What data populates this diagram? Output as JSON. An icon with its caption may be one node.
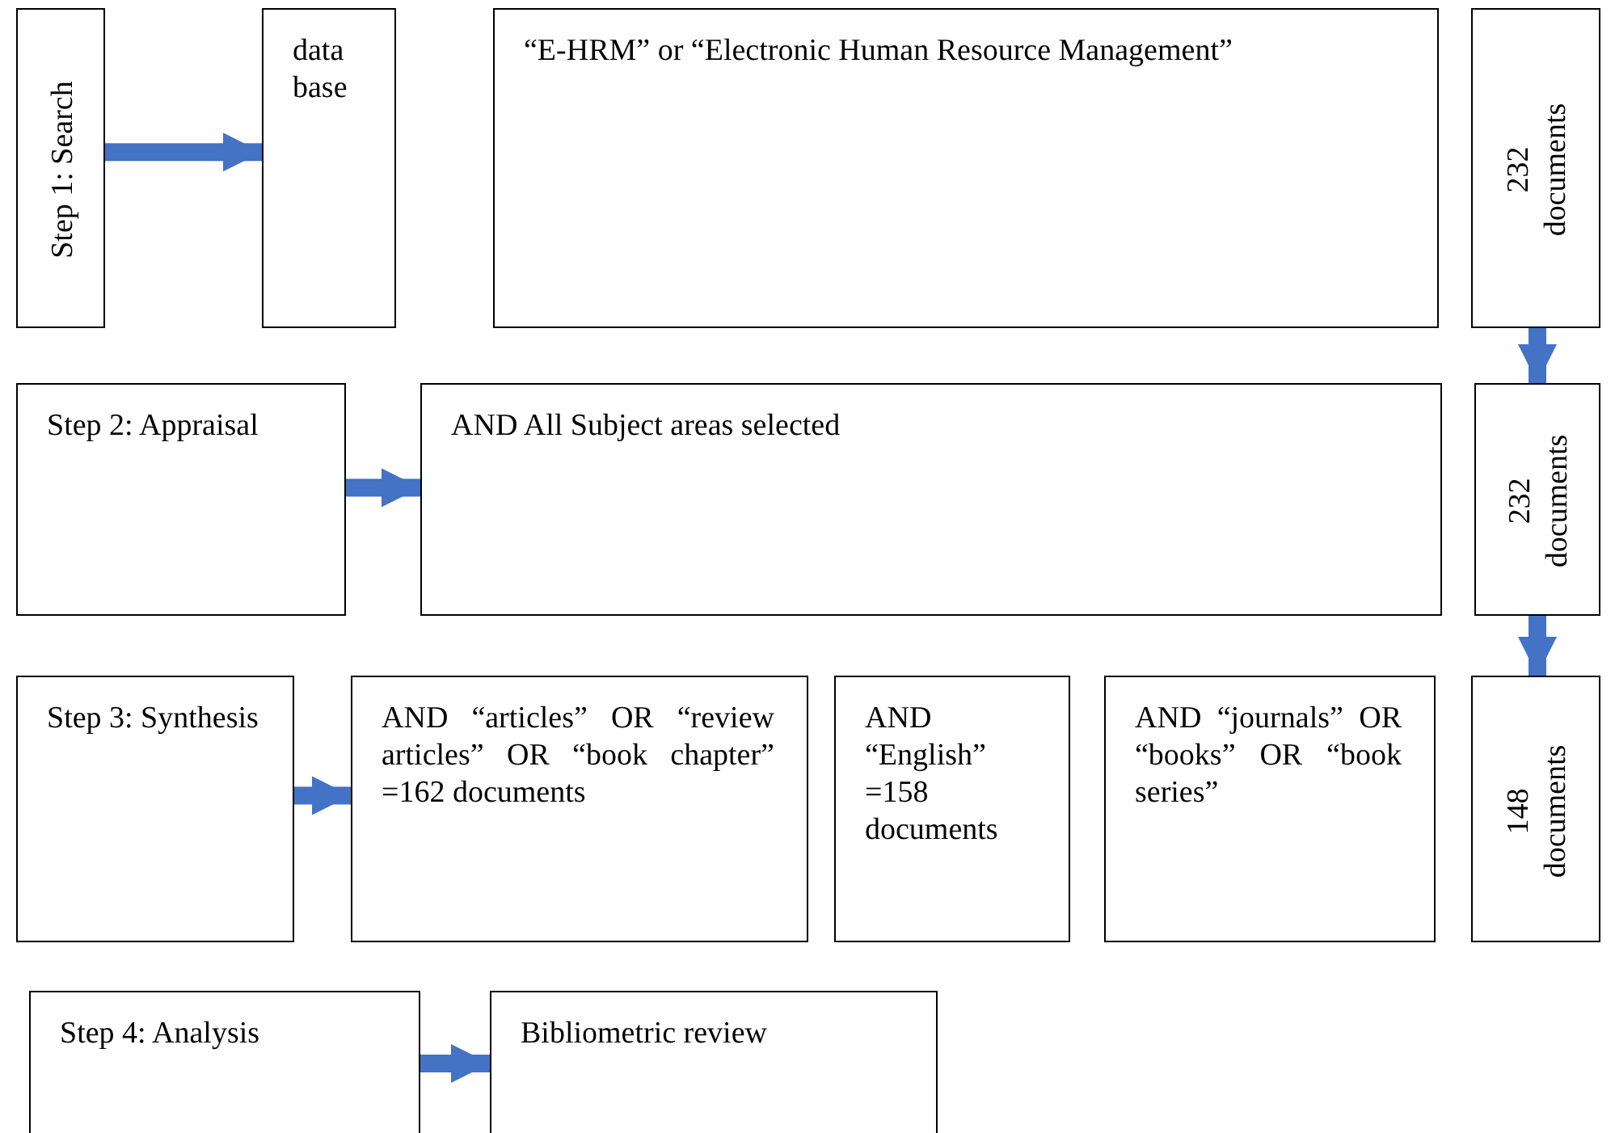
{
  "diagram": {
    "nodes": [
      {
        "text": [
          "Step 1: Search"
        ]
      },
      {
        "text": [
          "data base"
        ]
      },
      {
        "text": [
          "“E-HRM” or “Electronic Human Resource Management”"
        ]
      },
      {
        "text": [
          "232 documents"
        ]
      },
      {
        "text": [
          "Step 2: Appraisal"
        ]
      },
      {
        "text": [
          "AND All Subject areas selected"
        ]
      },
      {
        "text": [
          "232 documents"
        ]
      },
      {
        "text": [
          "Step 3: Synthesis"
        ]
      },
      {
        "text": [
          "AND “articles” OR “review articles” OR “book chapter” =162 documents"
        ]
      },
      {
        "text": [
          "AND “English” =158 documents"
        ]
      },
      {
        "text": [
          "AND “journals” OR “books” OR “book series”"
        ]
      },
      {
        "text": [
          "148 documents"
        ]
      },
      {
        "text": [
          "Step 4: Analysis"
        ]
      },
      {
        "text": [
          "Bibliometric review"
        ]
      }
    ],
    "edges": [
      {
        "from": 0,
        "to": 1,
        "arrow": "to"
      },
      {
        "from": 3,
        "to": 6,
        "arrow": "to"
      },
      {
        "from": 4,
        "to": 5,
        "arrow": "to"
      },
      {
        "from": 6,
        "to": 11,
        "arrow": "to"
      },
      {
        "from": 7,
        "to": 8,
        "arrow": "to"
      },
      {
        "from": 12,
        "to": 13,
        "arrow": "to"
      }
    ]
  }
}
